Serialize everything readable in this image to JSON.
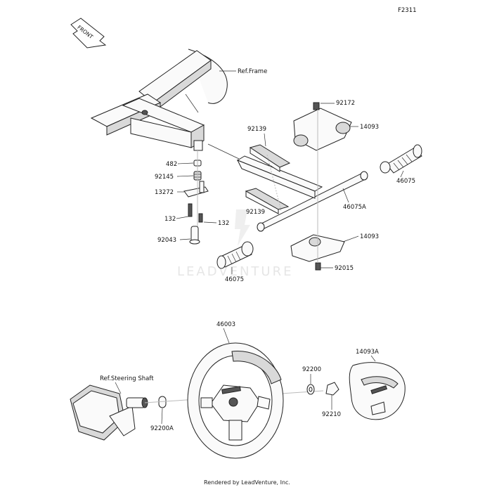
{
  "figure_code": "F2311",
  "front_label": "FRONT",
  "watermark": "LEADVENTURE",
  "footer": "Rendered by LeadVenture, Inc.",
  "refs": {
    "frame": "Ref.Frame",
    "steering_shaft": "Ref.Steering Shaft"
  },
  "callouts": {
    "p92172": "92172",
    "p14093_top": "14093",
    "p92139_top": "92139",
    "p46075_right": "46075",
    "p46075A": "46075A",
    "p92139_bot": "92139",
    "p14093_bot": "14093",
    "p92015": "92015",
    "p46075_left": "46075",
    "p482": "482",
    "p92145": "92145",
    "p13272": "13272",
    "p132_left": "132",
    "p132_right": "132",
    "p92043": "92043",
    "p46003": "46003",
    "p14093A": "14093A",
    "p92200": "92200",
    "p92210": "92210",
    "p92200A": "92200A"
  }
}
